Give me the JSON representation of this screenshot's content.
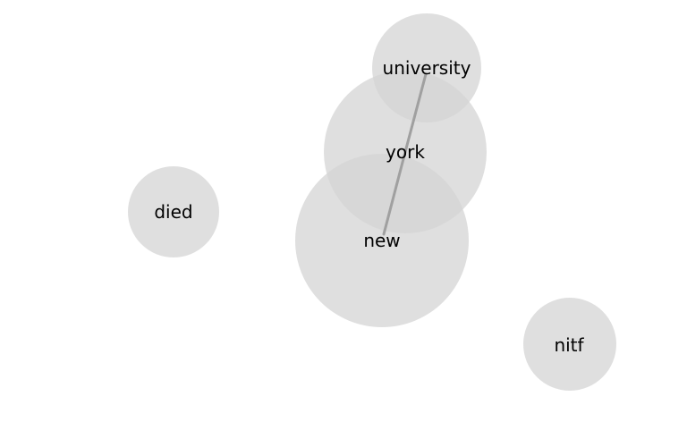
{
  "diagram": {
    "nodes": [
      {
        "id": "new",
        "label": "new"
      },
      {
        "id": "york",
        "label": "york"
      },
      {
        "id": "university",
        "label": "university"
      },
      {
        "id": "died",
        "label": "died"
      },
      {
        "id": "nitf",
        "label": "nitf"
      }
    ],
    "edges": [
      {
        "from": "new",
        "to": "york"
      },
      {
        "from": "york",
        "to": "university"
      }
    ],
    "colors": {
      "node_fill": "#d4d4d4",
      "edge": "#a0a0a0",
      "label": "#000000"
    }
  }
}
